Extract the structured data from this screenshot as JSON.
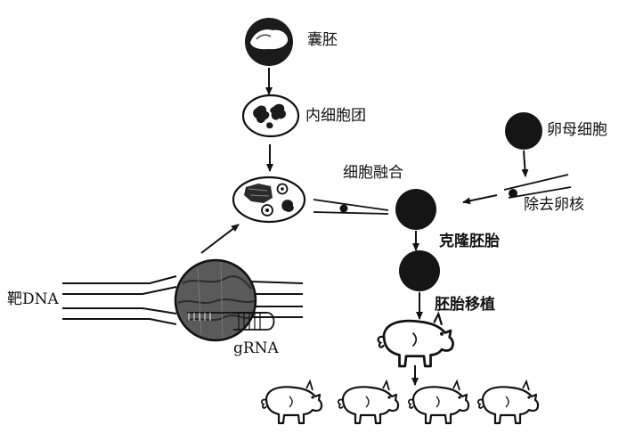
{
  "labels": {
    "blastocyst": "囊胚",
    "inner_cell_mass": "内细胞团",
    "oocyte": "卵母细胞",
    "cell_fusion": "细胞融合",
    "enucleation": "除去卵核",
    "cloned_embryo": "克隆胚胎",
    "embryo_transfer": "胚胎移植",
    "target_dna": "靶DNA",
    "grna": "gRNA"
  },
  "colors": {
    "ink": "#111111",
    "background": "#ffffff"
  },
  "icons": {
    "pig": "pig-icon",
    "pipette": "micropipette-icon"
  }
}
